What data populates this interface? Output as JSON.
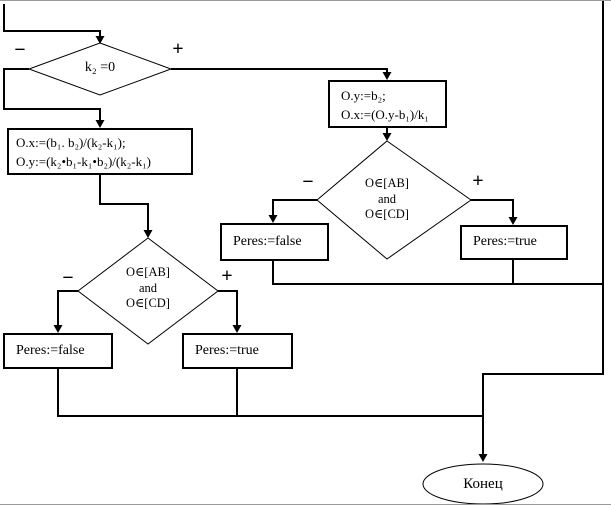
{
  "colors": {
    "line": "#000000",
    "background": "#ffffff",
    "text": "#000000",
    "page_edge": "#9a9a9a"
  },
  "flowchart": {
    "start_decision": {
      "label": "k₂ =0",
      "branch_minus": "−",
      "branch_plus": "+"
    },
    "general_case_box": {
      "line1": "O.x:=(b₁. b₂)/(k₂-k₁);",
      "line2": "O.y:=(k₂•b₁-k₁•b₂)/(k₂-k₁)"
    },
    "k2_zero_box": {
      "line1": "O.y:=b₂;",
      "line2": "O.x:=(O.y-b₁)/k₁"
    },
    "left_decision": {
      "line1": "O∈[AB]",
      "line2": "and",
      "line3": "O∈[CD]",
      "branch_minus": "−",
      "branch_plus": "+"
    },
    "right_decision": {
      "line1": "O∈[AB]",
      "line2": "and",
      "line3": "O∈[CD]",
      "branch_minus": "−",
      "branch_plus": "+"
    },
    "left_false_box": {
      "label": "Peres:=false"
    },
    "left_true_box": {
      "label": "Peres:=true"
    },
    "right_false_box": {
      "label": "Peres:=false"
    },
    "right_true_box": {
      "label": "Peres:=true"
    },
    "end_terminator": {
      "label": "Конец"
    }
  }
}
